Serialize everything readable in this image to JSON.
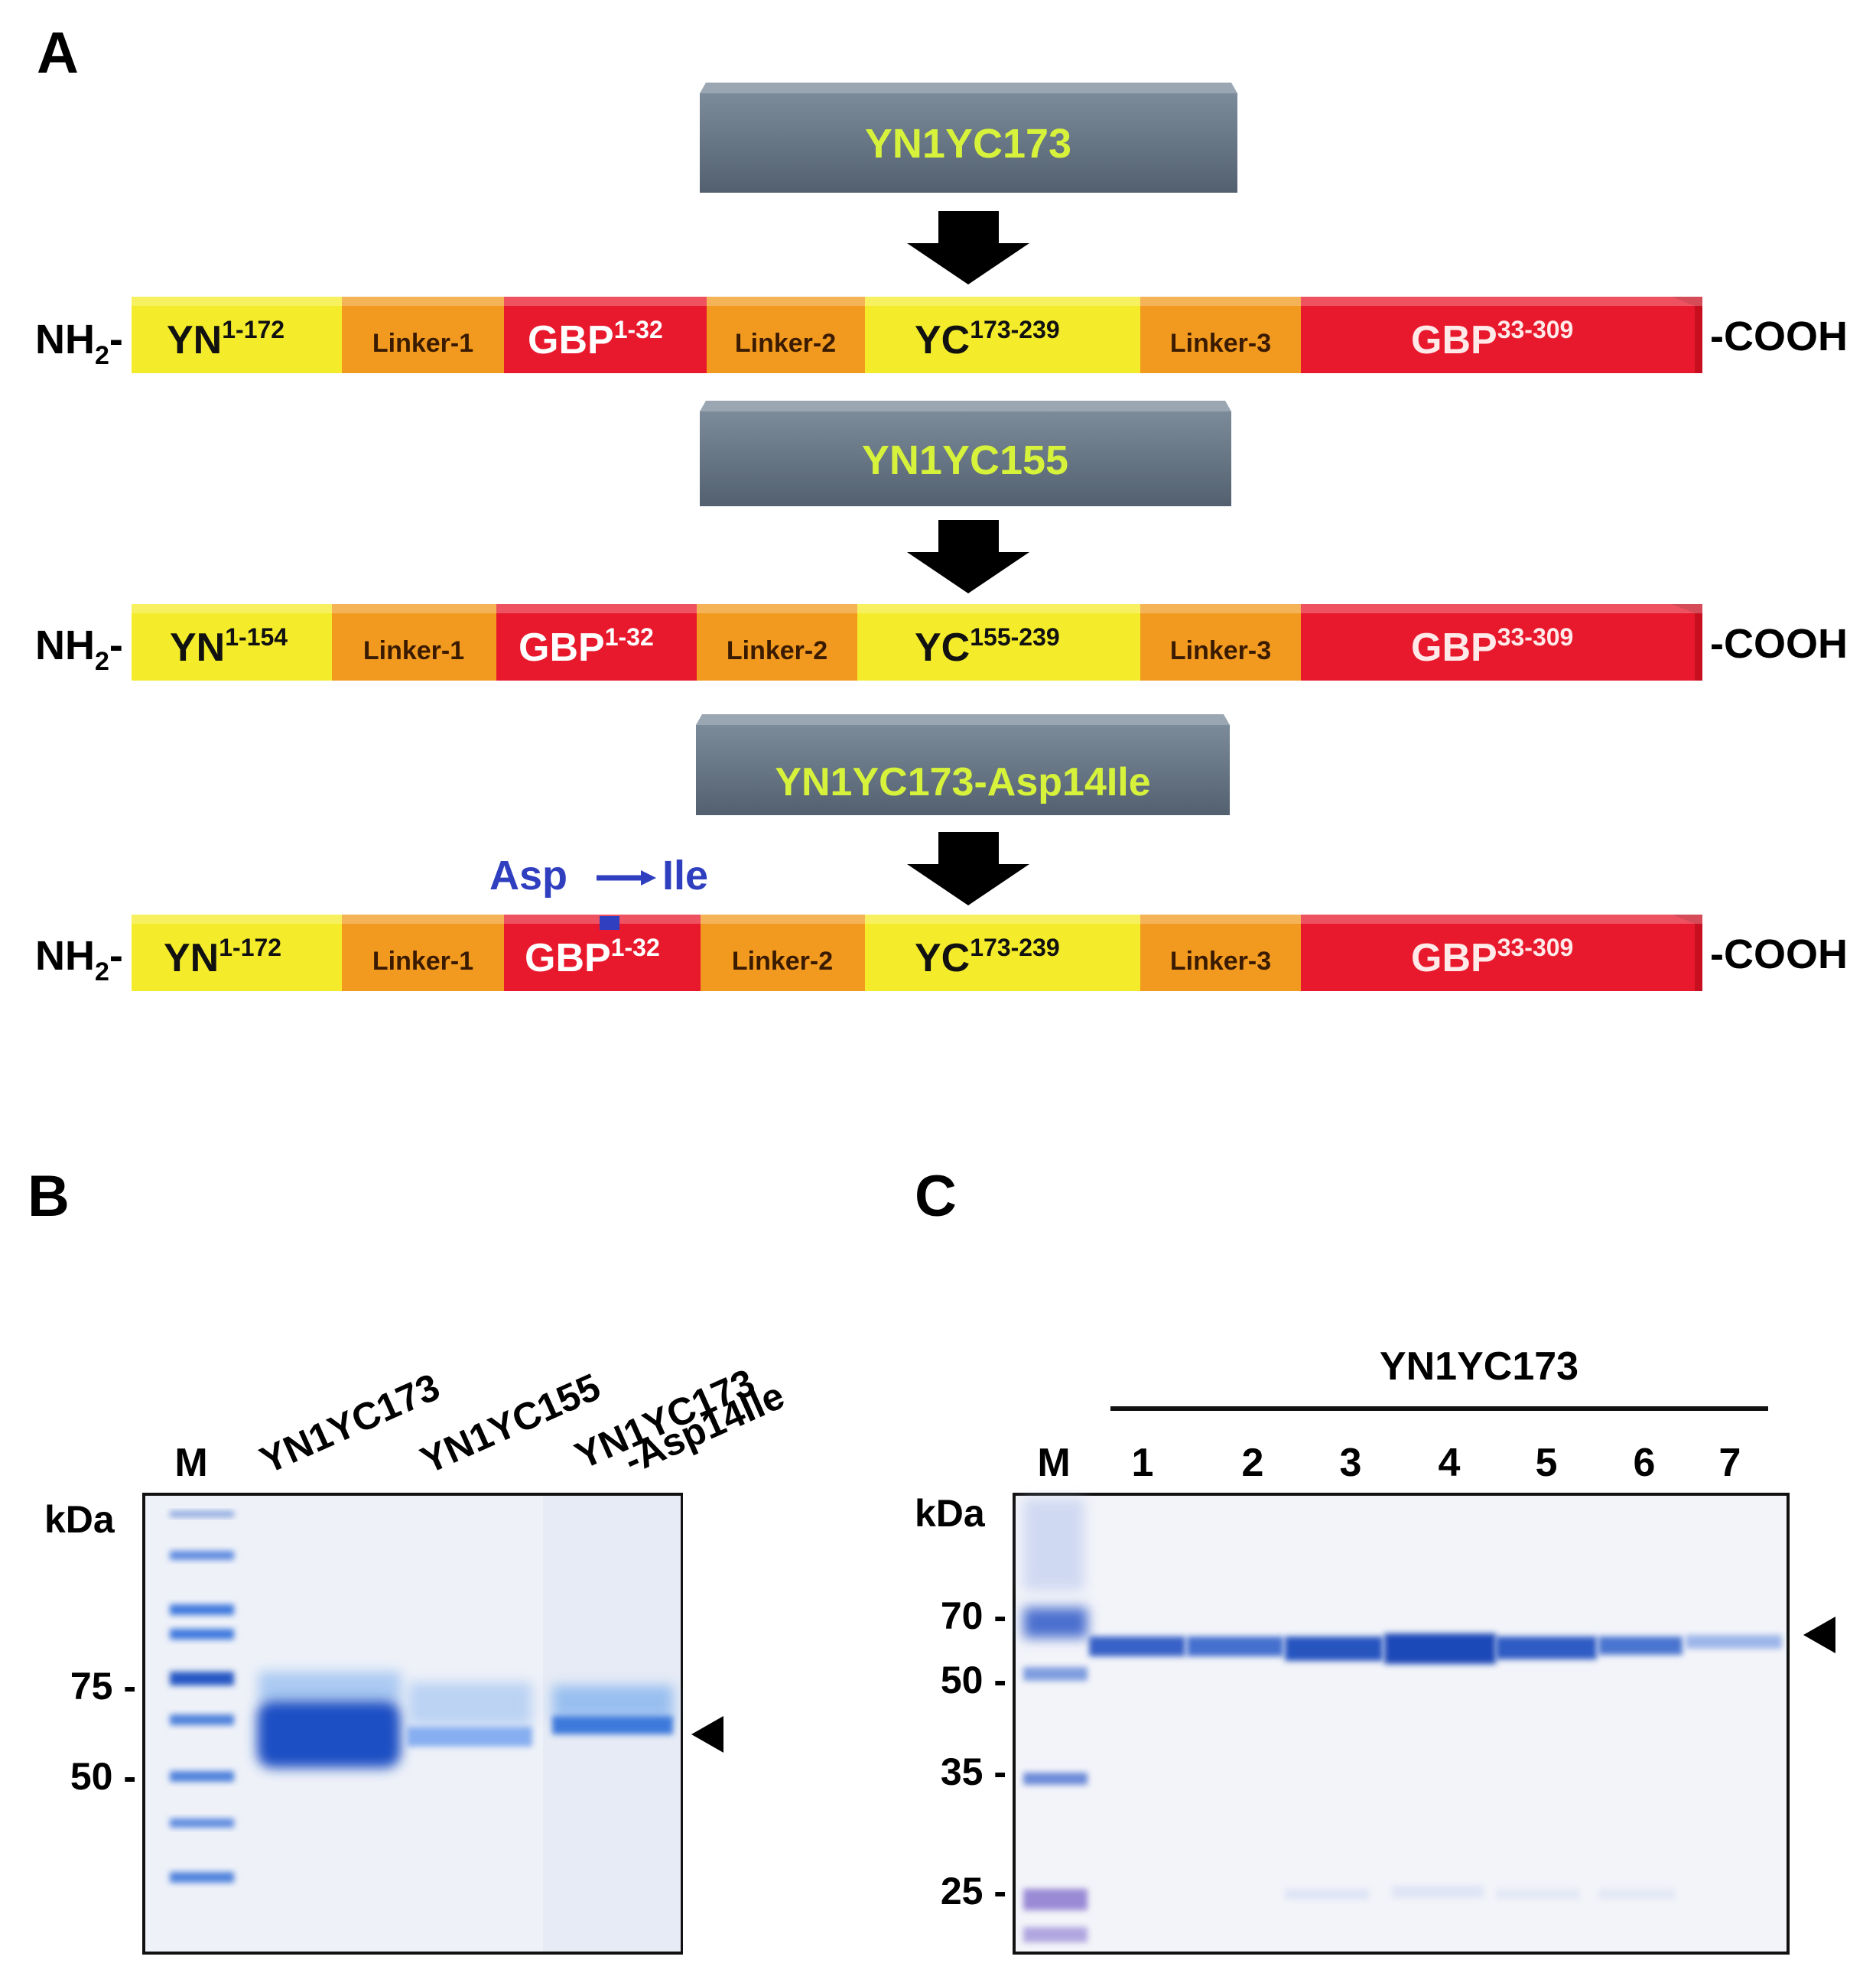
{
  "panels": {
    "a": "A",
    "b": "B",
    "c": "C"
  },
  "constructs": [
    {
      "name": "YN1YC173",
      "domains": [
        {
          "base": "YN",
          "sup": "1-172",
          "color": "yellow"
        },
        {
          "base": "Linker-1",
          "sup": "",
          "color": "orange"
        },
        {
          "base": "GBP",
          "sup": "1-32",
          "color": "red"
        },
        {
          "base": "Linker-2",
          "sup": "",
          "color": "orange"
        },
        {
          "base": "YC",
          "sup": "173-239",
          "color": "yellow"
        },
        {
          "base": "Linker-3",
          "sup": "",
          "color": "orange"
        },
        {
          "base": "GBP",
          "sup": "33-309",
          "color": "red"
        }
      ]
    },
    {
      "name": "YN1YC155",
      "domains": [
        {
          "base": "YN",
          "sup": "1-154",
          "color": "yellow"
        },
        {
          "base": "Linker-1",
          "sup": "",
          "color": "orange"
        },
        {
          "base": "GBP",
          "sup": "1-32",
          "color": "red"
        },
        {
          "base": "Linker-2",
          "sup": "",
          "color": "orange"
        },
        {
          "base": "YC",
          "sup": "155-239",
          "color": "yellow"
        },
        {
          "base": "Linker-3",
          "sup": "",
          "color": "orange"
        },
        {
          "base": "GBP",
          "sup": "33-309",
          "color": "red"
        }
      ]
    },
    {
      "name": "YN1YC173-Asp14Ile",
      "domains": [
        {
          "base": "YN",
          "sup": "1-172",
          "color": "yellow"
        },
        {
          "base": "Linker-1",
          "sup": "",
          "color": "orange"
        },
        {
          "base": "GBP",
          "sup": "1-32",
          "color": "red"
        },
        {
          "base": "Linker-2",
          "sup": "",
          "color": "orange"
        },
        {
          "base": "YC",
          "sup": "173-239",
          "color": "yellow"
        },
        {
          "base": "Linker-3",
          "sup": "",
          "color": "orange"
        },
        {
          "base": "GBP",
          "sup": "33-309",
          "color": "red"
        }
      ]
    }
  ],
  "termini": {
    "n_base": "NH",
    "n_sub": "2",
    "n_dash": "-",
    "c": "-COOH"
  },
  "mutation": {
    "from": "Asp",
    "to": "Ile"
  },
  "gel_b": {
    "marker_label": "M",
    "unit": "kDa",
    "lanes": [
      "YN1YC173",
      "YN1YC155",
      "YN1YC173",
      "-Asp14Ile"
    ],
    "ticks": [
      "75 -",
      "50 -"
    ]
  },
  "gel_c": {
    "group_label": "YN1YC173",
    "marker_label": "M",
    "unit": "kDa",
    "lanes": [
      "1",
      "2",
      "3",
      "4",
      "5",
      "6",
      "7"
    ],
    "ticks": [
      "70 -",
      "50 -",
      "35 -",
      "25 -"
    ]
  },
  "colors": {
    "yellow": "#f4ec2a",
    "orange": "#f29a1f",
    "red": "#e8192c",
    "banner": "#5e6e7f",
    "banner_text": "#d7f23a",
    "mutation_text": "#2f3fbf",
    "gel_band": "#3766c9",
    "gel_bg": "#eef1f8"
  }
}
